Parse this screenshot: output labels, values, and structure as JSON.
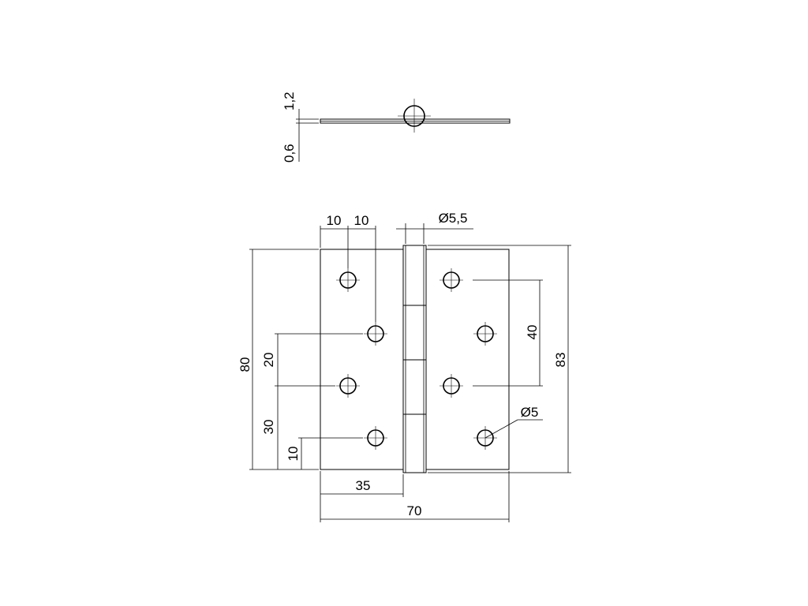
{
  "side_view": {
    "dim_thickness_top": "1,2",
    "dim_thickness_bottom": "0,6"
  },
  "front_view": {
    "dim_hole_offset_1": "10",
    "dim_hole_offset_2": "10",
    "dim_pin_diameter": "Ø5,5",
    "dim_height_leaf": "80",
    "dim_hole_pitch_20": "20",
    "dim_hole_pitch_30": "30",
    "dim_hole_pitch_10": "10",
    "dim_hole_pitch_40": "40",
    "dim_height_total": "83",
    "dim_hole_diameter": "Ø5",
    "dim_half_width": "35",
    "dim_total_width": "70"
  }
}
